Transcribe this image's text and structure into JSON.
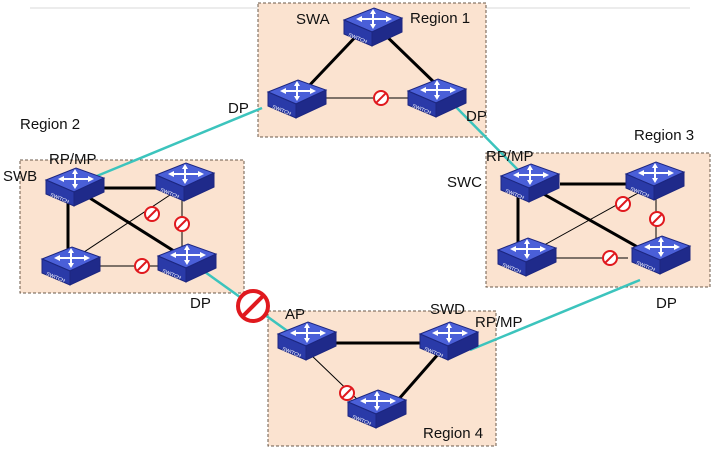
{
  "colors": {
    "region_fill": "#fbe3d0",
    "region_border": "#6b5a4a",
    "link_normal": "#000000",
    "link_inter_region": "#3cc4bd",
    "blocked_marker": "#e0191e",
    "switch_top": "#4a5fd8",
    "switch_side": "#1f2a8a"
  },
  "regions": [
    {
      "id": "region1",
      "label": "Region 1"
    },
    {
      "id": "region2",
      "label": "Region 2"
    },
    {
      "id": "region3",
      "label": "Region 3"
    },
    {
      "id": "region4",
      "label": "Region 4"
    }
  ],
  "switch_face_text": "SWITCH",
  "switch_names": {
    "swa": "SWA",
    "swb": "SWB",
    "swc": "SWC",
    "swd": "SWD"
  },
  "port_roles": {
    "r1_dp_left": "DP",
    "r1_dp_right": "DP",
    "r2_rpmp": "RP/MP",
    "r2_dp": "DP",
    "r3_rpmp": "RP/MP",
    "r3_dp": "DP",
    "r4_ap": "AP",
    "r4_rpmp": "RP/MP"
  },
  "icon": "network-switch-icon",
  "blocked_icon": "blocked-port-icon"
}
